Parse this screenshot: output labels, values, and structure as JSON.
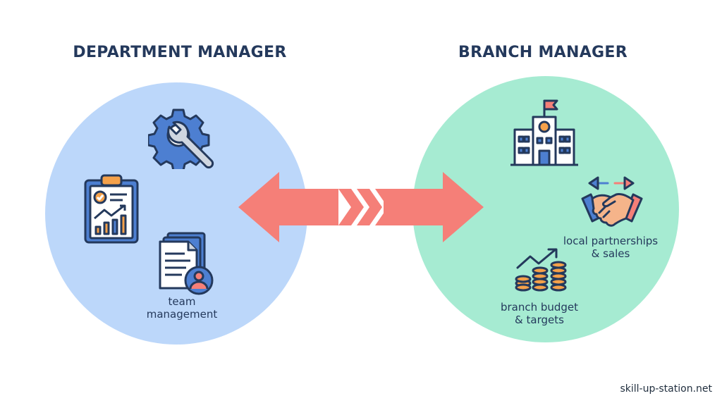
{
  "left_panel": {
    "title": "DEPARTMENT MANAGER",
    "circle_color": "#bcd7fa",
    "icons": [
      "gear-wrench-icon",
      "clipboard-chart-icon",
      "documents-person-icon"
    ],
    "label": "team\nmanagement"
  },
  "right_panel": {
    "title": "BRANCH MANAGER",
    "circle_color": "#a6ebd2",
    "icons": [
      "building-flag-icon",
      "handshake-arrows-icon",
      "coins-growth-icon"
    ],
    "labels": {
      "partnerships": "local partnerships\n& sales",
      "budget": "branch budget\n& targets"
    }
  },
  "connector": {
    "type": "double-arrow",
    "color": "#f57f78"
  },
  "footer": {
    "site": "skill-up-station.net"
  }
}
